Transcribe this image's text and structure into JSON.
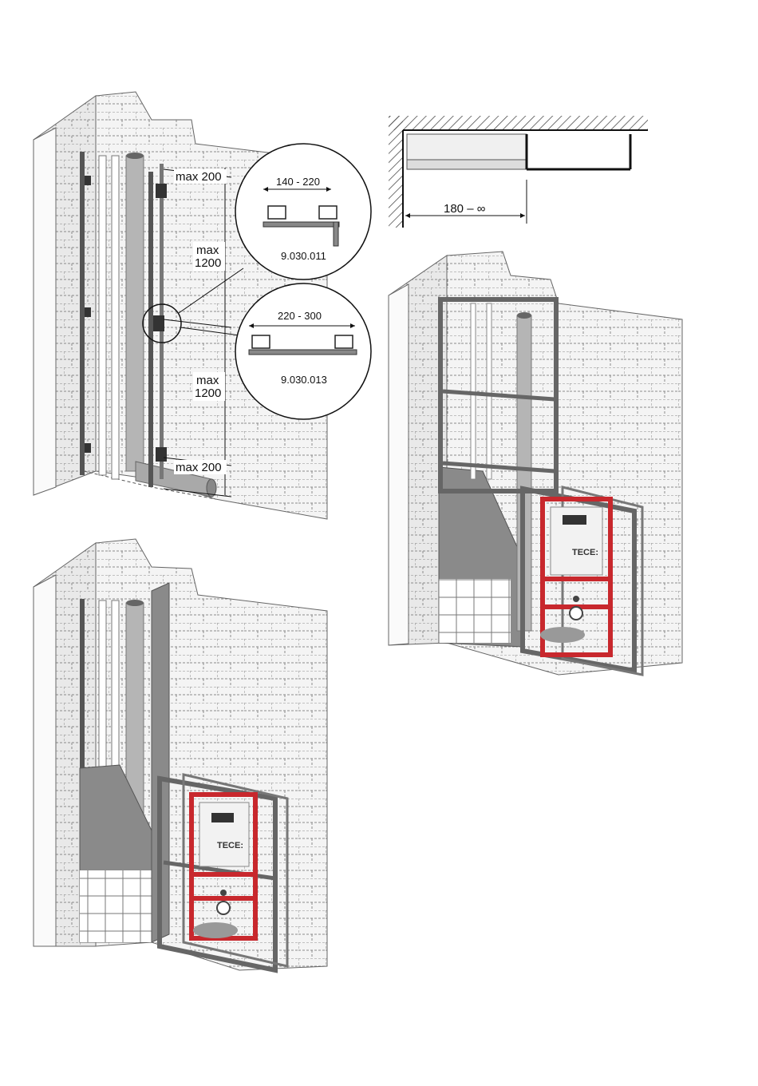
{
  "dimensions": {
    "top_spacing": "max 200",
    "middle_upper_spacing": "max\n1200",
    "middle_upper_line1": "max",
    "middle_upper_line2": "1200",
    "middle_lower_line1": "max",
    "middle_lower_line2": "1200",
    "bottom_spacing": "max 200"
  },
  "details": {
    "upper_range": "140 - 220",
    "upper_part_number": "9.030.011",
    "lower_range": "220 - 300",
    "lower_part_number": "9.030.013"
  },
  "plan_view": {
    "distance": "180 – ∞"
  },
  "brand": {
    "module_logo": "TECE:"
  },
  "colors": {
    "frame_red": "#c8282d",
    "wall_fill": "#f2f2f2",
    "board_gray": "#8a8a8a",
    "pipe_gray": "#b5b5b5"
  }
}
